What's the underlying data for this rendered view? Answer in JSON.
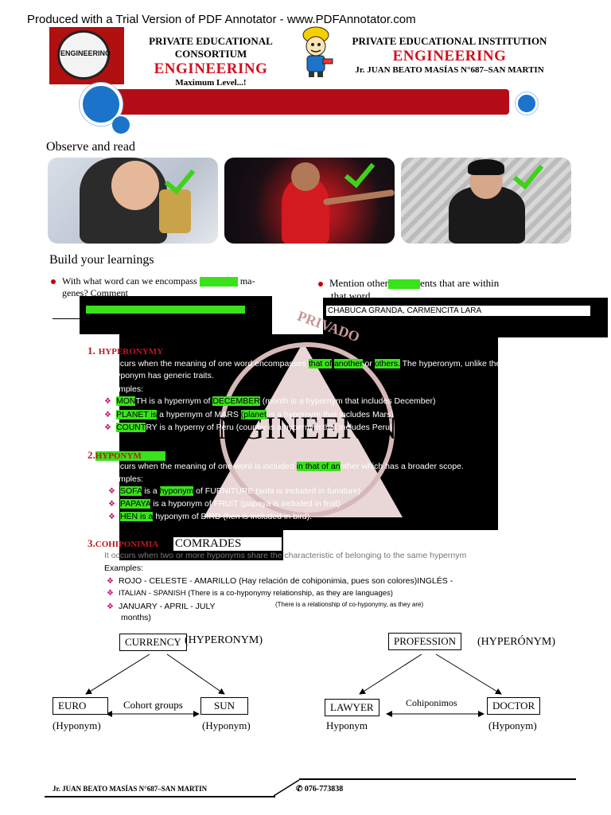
{
  "trial_banner": "Produced with a Trial Version of PDF Annotator - www.PDFAnnotator.com",
  "logo": {
    "label": "ENGINEERING"
  },
  "header_left": {
    "line1": "PRIVATE EDUCATIONAL CONSORTIUM",
    "line2": "ENGINEERING",
    "line3": "Maximum Level...!"
  },
  "header_right": {
    "line1": "PRIVATE EDUCATIONAL INSTITUTION",
    "line2": "ENGINEERING",
    "line3": "Jr. JUAN BEATO MASÍAS N°687–SAN MARTIN"
  },
  "observe_title": "Observe and read",
  "build_title": "Build your learnings",
  "question_left": {
    "line1": "With what word can we encompass",
    "line1_end": "ma-",
    "line2": "genes? Comment"
  },
  "question_right": {
    "line1": "Mention other",
    "line1_end": "ents that are within",
    "line2": "that word"
  },
  "answer_right": "CHABUCA GRANDA, CARMENCITA LARA",
  "watermark": "ENGINEERING",
  "watermark_seal": "PRIVADO",
  "sec1": {
    "number": "1.",
    "title": "HYPERONYMY",
    "def_a": "It occurs when the meaning of one word encompasses",
    "def_hl1": "that of",
    "def_b": "another",
    "def_c": "or",
    "def_hl2": "others.",
    "def_d": "The hyperonym, unlike the",
    "def2": "A hyponym has generic traits.",
    "examples_label": "Examples:",
    "items": [
      {
        "a": "MON",
        "b": "TH is a hypernym of",
        "c": "DECEMBER",
        "d": "(month is a hypernym that includes December)"
      },
      {
        "a": "PLANET is",
        "b": "a hypernym of MARS",
        "c": "(planet",
        "d": "is a hypernym that includes Mars)"
      },
      {
        "a": "COUNT",
        "b": "RY is a hypern",
        "c": "",
        "d": "y of Peru (country is a hypernym that includes Peru)"
      }
    ]
  },
  "sec2": {
    "number": "2.",
    "title": "HYPONYM",
    "def_a": "It occurs when the meaning of one word is included",
    "def_hl": "in that of an",
    "def_b": "other which has a broader scope.",
    "examples_label": "Examples:",
    "items": [
      {
        "hl": "SOFA",
        "mid": "is a",
        "hl2": "hyponym",
        "rest": "of FURNITURE (sofa is included in furniture)"
      },
      {
        "hl": "PAPAYA",
        "mid": "is a",
        "hl2": "",
        "rest": "hyponym of FRUIT (papaya is included in fruit)"
      },
      {
        "hl": "HEN is a",
        "mid": "",
        "hl2": "",
        "rest": "hyponym of BIRD (hen is included in bird)."
      }
    ]
  },
  "sec3": {
    "number": "3.",
    "title": "COHIPONIMIA",
    "label_box": "COMRADES",
    "def": "It occurs when two or more hyponyms share the characteristic of belonging to the same hypernym",
    "examples_label": "Examples:",
    "items": [
      "ROJO - CELESTE - AMARILLO (Hay relación de cohiponimia, pues son colores)INGLÉS -",
      "ITALIAN - SPANISH (There is a co-hyponymy relationship, as they are languages)",
      "JANUARY - APRIL - JULY"
    ],
    "item3_note": "(There is a relationship of co-hyponymy, as they are)",
    "item3_cont": "months)"
  },
  "diagram_left": {
    "top_box": "CURRENCY",
    "top_label": "(HYPERONYM)",
    "left_box": "EURO",
    "right_box": "SUN",
    "arrow_label": "Cohort groups",
    "left_sub": "(Hyponym)",
    "right_sub": "(Hyponym)"
  },
  "diagram_right": {
    "top_box": "PROFESSION",
    "top_label": "(HYPERÓNYM)",
    "left_box": "LAWYER",
    "right_box": "DOCTOR",
    "arrow_label": "Cohiponimos",
    "left_sub": "Hyponym",
    "right_sub": "(Hyponym)"
  },
  "footer": {
    "address": "Jr. JUAN BEATO MASÍAS N°687–SAN MARTIN",
    "phone": "076-773838"
  },
  "colors": {
    "accent_red": "#b50d18",
    "title_red": "#d0101e",
    "highlight": "#39e21a",
    "blue": "#1b74c9"
  }
}
